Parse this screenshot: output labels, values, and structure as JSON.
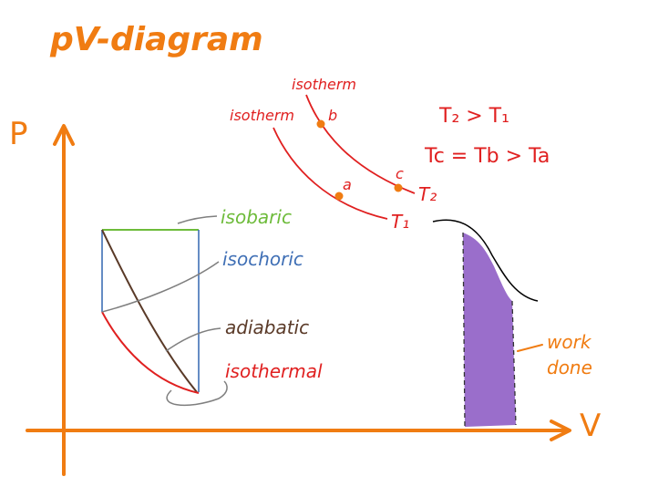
{
  "title": "pV-diagram",
  "axes": {
    "y_label": "P",
    "x_label": "V"
  },
  "processes": {
    "isobaric": "isobaric",
    "isochoric": "isochoric",
    "adiabatic": "adiabatic",
    "isothermal": "isothermal"
  },
  "isotherms": {
    "label_upper": "isotherm",
    "label_lower": "isotherm",
    "t2": "T₂",
    "t1": "T₁",
    "point_a": "a",
    "point_b": "b",
    "point_c": "c"
  },
  "relations": {
    "line1": "T₂ > T₁",
    "line2": "Tc = Tb > Ta"
  },
  "work": {
    "line1": "work",
    "line2": "done"
  },
  "colors": {
    "orange": "#f07c12",
    "red": "#e02020",
    "green": "#6dbb3a",
    "blue": "#3f6fb5",
    "brown": "#5a3a28",
    "purple": "#9a6ecb",
    "gray": "#7f7f7f"
  }
}
